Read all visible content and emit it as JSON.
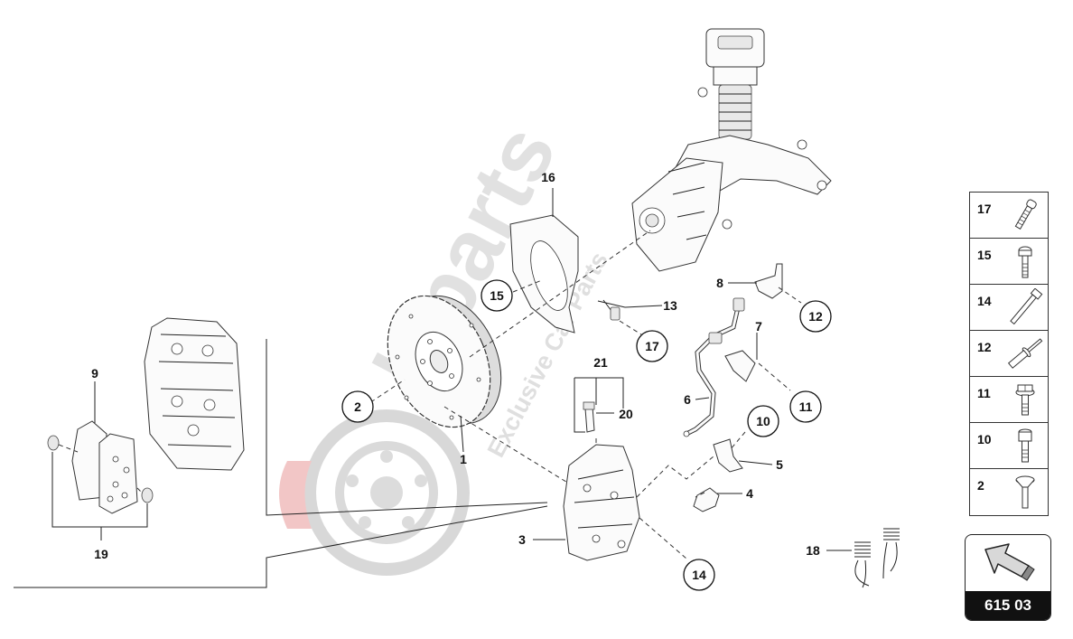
{
  "diagram": {
    "callouts": {
      "c1": "1",
      "c2": "2",
      "c3": "3",
      "c4": "4",
      "c5": "5",
      "c6": "6",
      "c7": "7",
      "c8": "8",
      "c9": "9",
      "c10": "10",
      "c11": "11",
      "c12": "12",
      "c13": "13",
      "c14": "14",
      "c15": "15",
      "c16": "16",
      "c17": "17",
      "c18": "18",
      "c19": "19",
      "c20": "20",
      "c21": "21"
    },
    "watermark": {
      "brand": "laparts",
      "tagline": "Exclusive Car Parts"
    }
  },
  "legend": {
    "items": [
      {
        "number": "17",
        "icon": "torx-bolt-icon"
      },
      {
        "number": "15",
        "icon": "short-bolt-icon"
      },
      {
        "number": "14",
        "icon": "long-bolt-icon"
      },
      {
        "number": "12",
        "icon": "rivet-icon"
      },
      {
        "number": "11",
        "icon": "hex-flange-bolt-icon"
      },
      {
        "number": "10",
        "icon": "socket-bolt-icon"
      },
      {
        "number": "2",
        "icon": "countersunk-screw-icon"
      }
    ]
  },
  "navigation": {
    "icon": "next-arrow-icon",
    "page_code": "615 03"
  }
}
